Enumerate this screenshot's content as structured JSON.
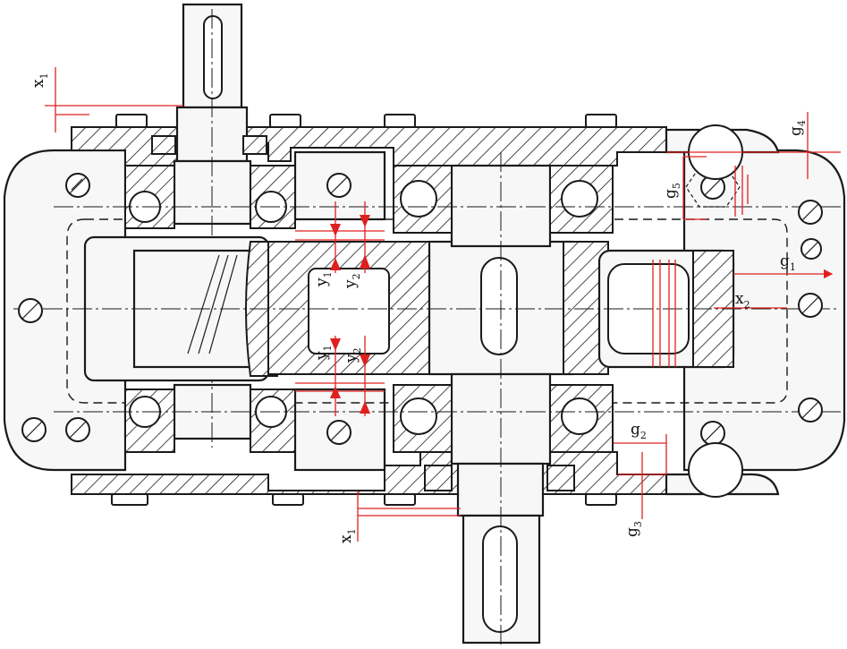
{
  "labels": {
    "x1": {
      "main": "x",
      "sub": "1"
    },
    "x2": {
      "main": "x",
      "sub": "2"
    },
    "y1": {
      "main": "y",
      "sub": "1"
    },
    "y2": {
      "main": "y",
      "sub": "2"
    },
    "g1": {
      "main": "g",
      "sub": "1"
    },
    "g2": {
      "main": "g",
      "sub": "2"
    },
    "g3": {
      "main": "g",
      "sub": "3"
    },
    "g4": {
      "main": "g",
      "sub": "4"
    },
    "g5": {
      "main": "g",
      "sub": "5"
    }
  },
  "colors": {
    "line": "#1a1a1a",
    "dimension": "#e02020",
    "background": "#ffffff"
  }
}
